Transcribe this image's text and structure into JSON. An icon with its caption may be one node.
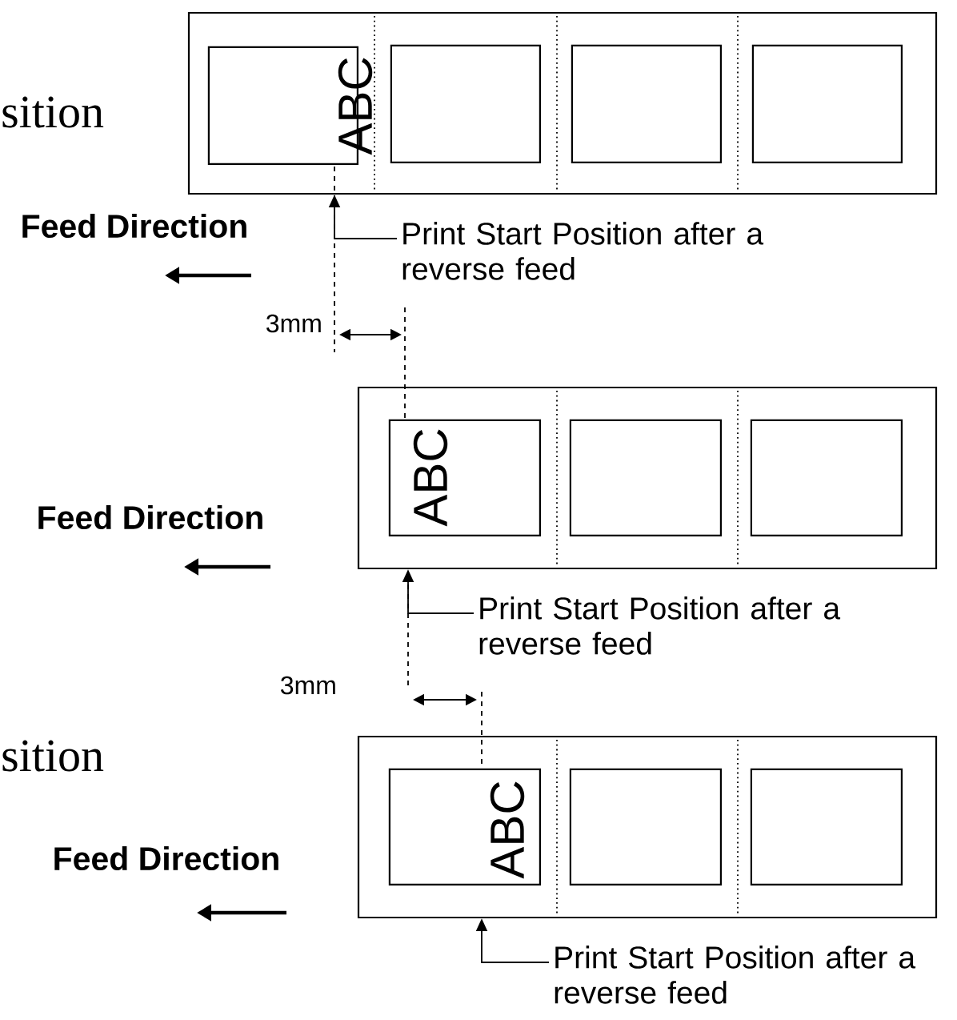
{
  "diagram": {
    "nodes": [
      {
        "text": [],
        "shape": "box"
      },
      {
        "text": [],
        "shape": "box",
        "in": 0
      },
      {
        "text": [],
        "shape": "box",
        "in": 0
      },
      {
        "text": [],
        "shape": "box",
        "in": 0
      },
      {
        "text": [],
        "shape": "box",
        "in": 0
      },
      {
        "text": [
          "Print Start Position after a reverse feed"
        ]
      },
      {
        "text": [],
        "shape": "box"
      },
      {
        "text": [],
        "shape": "box",
        "in": 6
      },
      {
        "text": [],
        "shape": "box",
        "in": 6
      },
      {
        "text": [],
        "shape": "box",
        "in": 6
      },
      {
        "text": [
          "Print Start Position after a reverse feed"
        ]
      },
      {
        "text": [],
        "shape": "box"
      },
      {
        "text": [],
        "shape": "box",
        "in": 11
      },
      {
        "text": [],
        "shape": "box",
        "in": 11
      },
      {
        "text": [],
        "shape": "box",
        "in": 11
      },
      {
        "text": [
          "Print Start Position after a reverse feed"
        ]
      }
    ],
    "edges": [
      {
        "from": 5,
        "to": 0,
        "arrow": "to"
      },
      {
        "from": 10,
        "to": 6,
        "arrow": "to"
      },
      {
        "from": 15,
        "to": 11,
        "arrow": "to"
      }
    ],
    "labels": [
      "sition",
      "ABC",
      "Feed Direction",
      "3mm",
      "ABC",
      "Feed Direction",
      "3mm",
      "sition",
      "ABC",
      "Feed Direction"
    ]
  }
}
